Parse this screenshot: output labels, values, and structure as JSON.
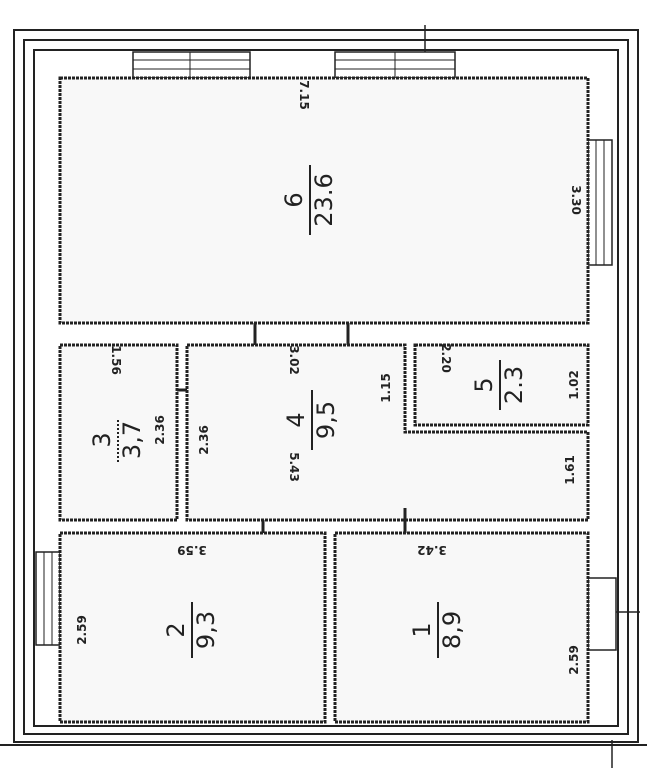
{
  "rooms": [
    {
      "number": "1",
      "area": "8,9",
      "width": "3.42",
      "length": "2.59"
    },
    {
      "number": "2",
      "area": "9,3",
      "width": "3.59",
      "length": "2.59"
    },
    {
      "number": "3",
      "area": "3,7",
      "width": "1.56",
      "length": "2.36"
    },
    {
      "number": "4",
      "area": "9,5",
      "width": "3.02",
      "length": "2.36",
      "extra": "5.43",
      "extra2": "1.15",
      "extra3": "1.61"
    },
    {
      "number": "5",
      "area": "2.3",
      "width": "2.20",
      "length": "1.02"
    },
    {
      "number": "6",
      "area": "23.6",
      "width": "7.15",
      "length": "3.30"
    }
  ]
}
